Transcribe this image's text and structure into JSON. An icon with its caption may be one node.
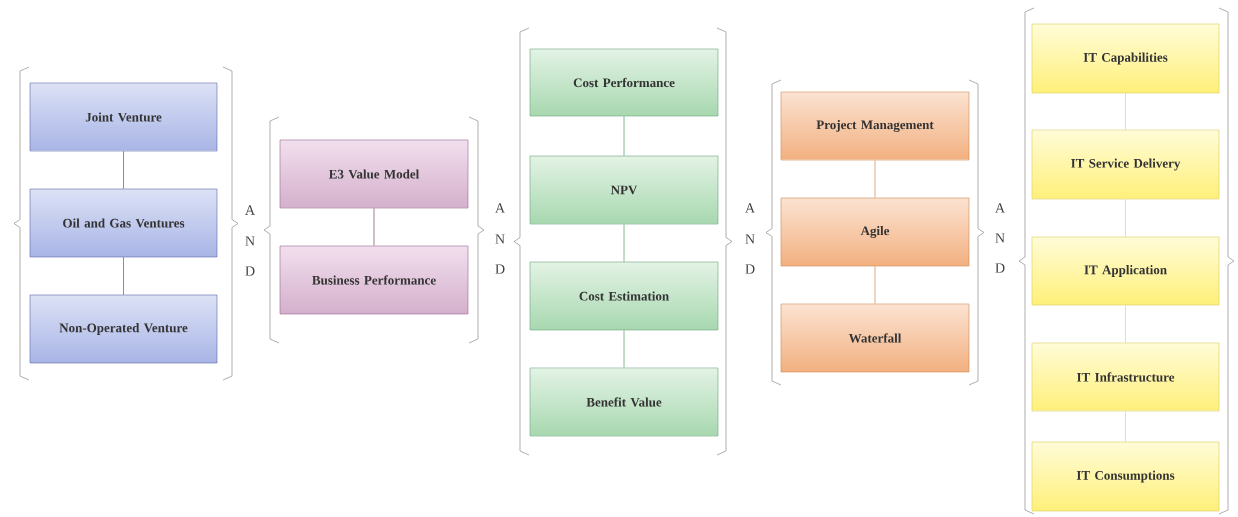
{
  "diagram": {
    "nodes": [
      {
        "text": [
          "Joint Venture"
        ]
      },
      {
        "text": [
          "Oil and Gas Ventures"
        ]
      },
      {
        "text": [
          "Non-Operated Venture"
        ]
      },
      {
        "text": [
          "E3 Value Model"
        ]
      },
      {
        "text": [
          "Business Performance"
        ]
      },
      {
        "text": [
          "Cost Performance"
        ]
      },
      {
        "text": [
          "NPV"
        ]
      },
      {
        "text": [
          "Cost Estimation"
        ]
      },
      {
        "text": [
          "Benefit Value"
        ]
      },
      {
        "text": [
          "Project Management"
        ]
      },
      {
        "text": [
          "Agile"
        ]
      },
      {
        "text": [
          "Waterfall"
        ]
      },
      {
        "text": [
          "IT Capabilities"
        ]
      },
      {
        "text": [
          "IT Service Delivery"
        ]
      },
      {
        "text": [
          "IT Application"
        ]
      },
      {
        "text": [
          "IT Infrastructure"
        ]
      },
      {
        "text": [
          "IT Consumptions"
        ]
      }
    ],
    "edges": [
      {
        "from": 0,
        "to": 1,
        "arrow": "none",
        "color": "#707070"
      },
      {
        "from": 1,
        "to": 2,
        "arrow": "none",
        "color": "#707070"
      },
      {
        "from": 3,
        "to": 4,
        "arrow": "none",
        "color": "#8a5a80"
      },
      {
        "from": 5,
        "to": 6,
        "arrow": "none",
        "color": "#6aa67a"
      },
      {
        "from": 6,
        "to": 7,
        "arrow": "none",
        "color": "#6aa67a"
      },
      {
        "from": 7,
        "to": 8,
        "arrow": "none",
        "color": "#6aa67a"
      },
      {
        "from": 9,
        "to": 10,
        "arrow": "none",
        "color": "#d89860"
      },
      {
        "from": 10,
        "to": 11,
        "arrow": "none",
        "color": "#d89860"
      },
      {
        "from": 12,
        "to": 13,
        "arrow": "none",
        "color": "#e0d890"
      },
      {
        "from": 13,
        "to": 14,
        "arrow": "none",
        "color": "#e0d890"
      },
      {
        "from": 14,
        "to": 15,
        "arrow": "none",
        "color": "#e0d890"
      },
      {
        "from": 15,
        "to": 16,
        "arrow": "none",
        "color": "#e0d890"
      }
    ],
    "labels": [
      "A",
      "N",
      "D",
      "A",
      "N",
      "D",
      "A",
      "N",
      "D",
      "A",
      "N",
      "D"
    ]
  }
}
